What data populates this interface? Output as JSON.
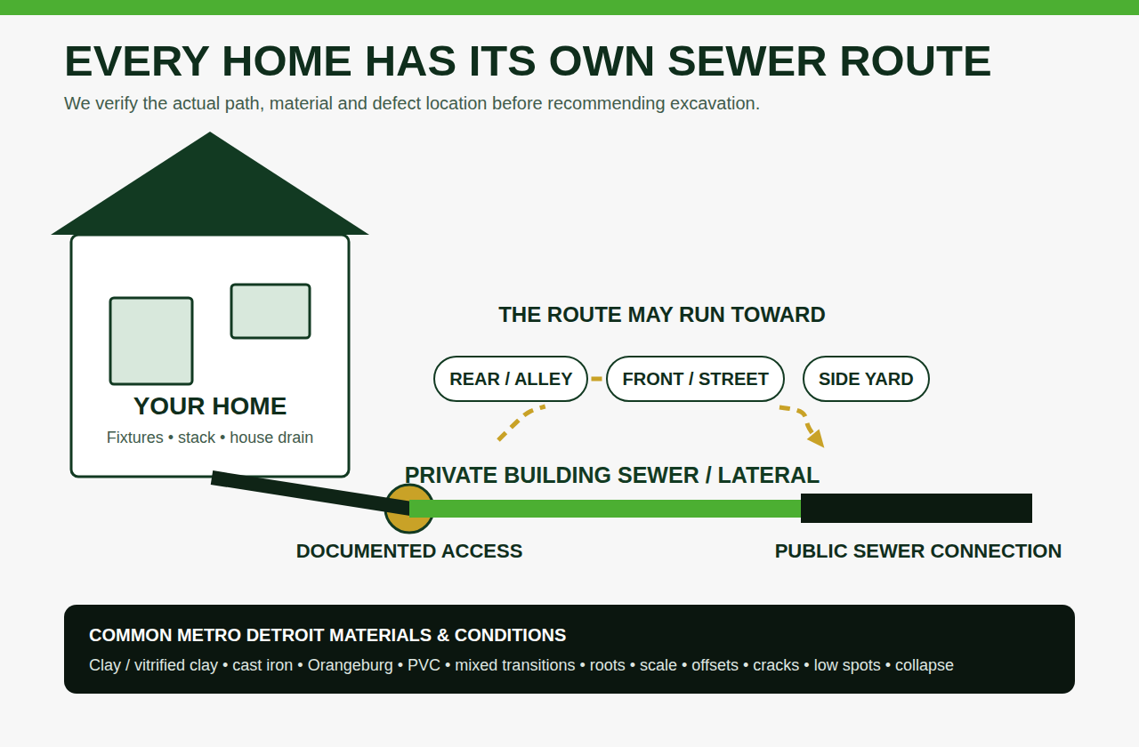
{
  "diagram": {
    "title": "EVERY HOME HAS ITS OWN SEWER ROUTE",
    "nodes": [
      {
        "text": [
          "YOUR HOME",
          "Fixtures • stack • house drain"
        ]
      },
      {
        "text": [
          "REAR / ALLEY"
        ]
      },
      {
        "text": [
          "FRONT / STREET"
        ]
      },
      {
        "text": [
          "SIDE YARD"
        ]
      },
      {
        "text": [
          "COMMON METRO DETROIT MATERIALS & CONDITIONS",
          "Clay / vitrified clay • cast iron • Orangeburg • PVC • mixed transitions • roots • scale • offsets • cracks • low spots • collapse"
        ]
      }
    ],
    "labels": [
      "We verify the actual path, material and defect location before recommending excavation.",
      "THE ROUTE MAY RUN TOWARD",
      "PRIVATE BUILDING SEWER / LATERAL",
      "DOCUMENTED ACCESS",
      "PUBLIC SEWER CONNECTION"
    ]
  }
}
